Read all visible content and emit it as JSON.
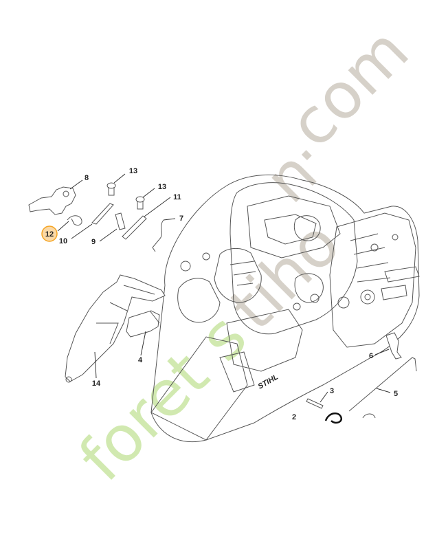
{
  "diagram": {
    "callouts": [
      {
        "id": "c8",
        "number": "8"
      },
      {
        "id": "c13a",
        "number": "13"
      },
      {
        "id": "c13b",
        "number": "13"
      },
      {
        "id": "c11",
        "number": "11"
      },
      {
        "id": "c7",
        "number": "7"
      },
      {
        "id": "c12",
        "number": "12",
        "highlighted": true
      },
      {
        "id": "c10",
        "number": "10"
      },
      {
        "id": "c9",
        "number": "9"
      },
      {
        "id": "c4",
        "number": "4"
      },
      {
        "id": "c14",
        "number": "14"
      },
      {
        "id": "c6",
        "number": "6"
      },
      {
        "id": "c3",
        "number": "3"
      },
      {
        "id": "c5",
        "number": "5"
      },
      {
        "id": "c2",
        "number": "2"
      }
    ],
    "highlight_color": "#f5a524",
    "highlight_fill": "#fbd9a6",
    "line_color": "#333333"
  },
  "watermark": {
    "green_part": "foret",
    "green_tail": "s",
    "gray_part": "tiho",
    "gray_end": "n",
    "suffix": ".com",
    "green_color": "#c9e6a3",
    "gray_color": "#cdc6bc"
  },
  "engine_badge": "STIHL"
}
